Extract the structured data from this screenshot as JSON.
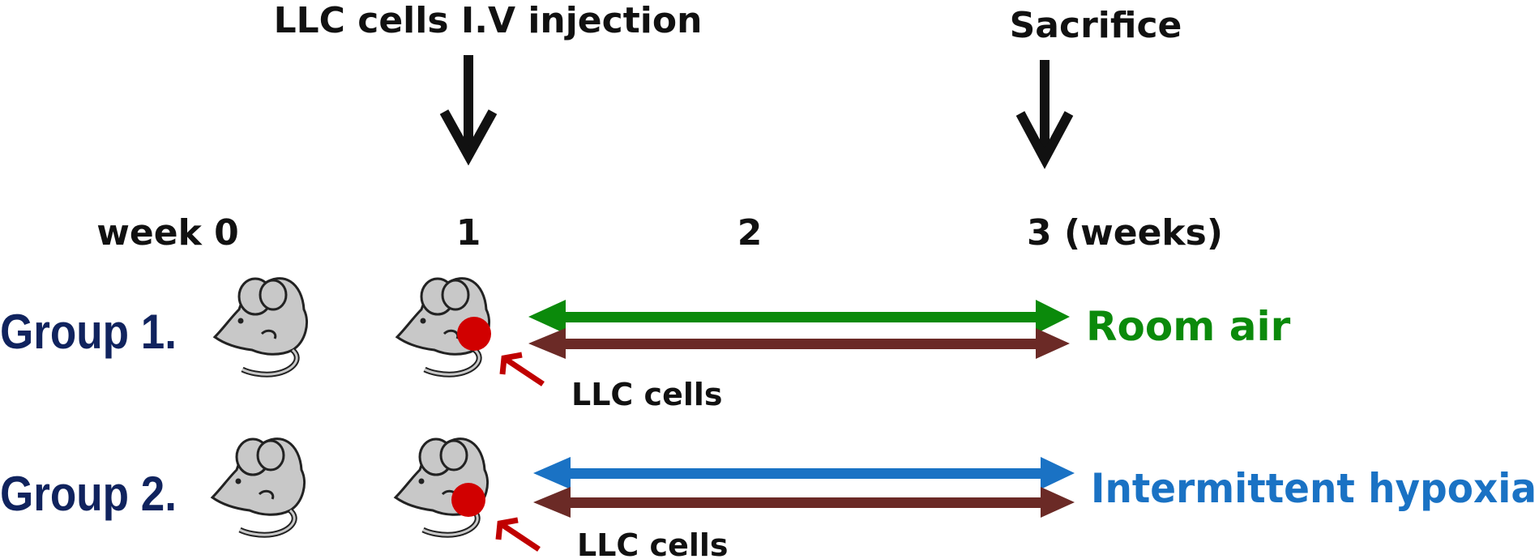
{
  "events": {
    "injection": "LLC cells I.V injection",
    "sacrifice": "Sacrifice"
  },
  "timeline": {
    "week0": "week 0",
    "week1": "1",
    "week2": "2",
    "week3": "3 (weeks)"
  },
  "groups": [
    {
      "label": "Group 1.",
      "condition": "Room air",
      "cells_label": "LLC cells"
    },
    {
      "label": "Group 2.",
      "condition": "Intermittent hypoxia",
      "cells_label": "LLC cells"
    }
  ],
  "colors": {
    "group_label": "#10235e",
    "room_air": "#0b8a0b",
    "hypoxia": "#1a72c4",
    "llc_arrow": "#6b2a26",
    "tumor": "#d10000",
    "mouse_fill": "#c8c8c8",
    "arrow_black": "#111111"
  }
}
